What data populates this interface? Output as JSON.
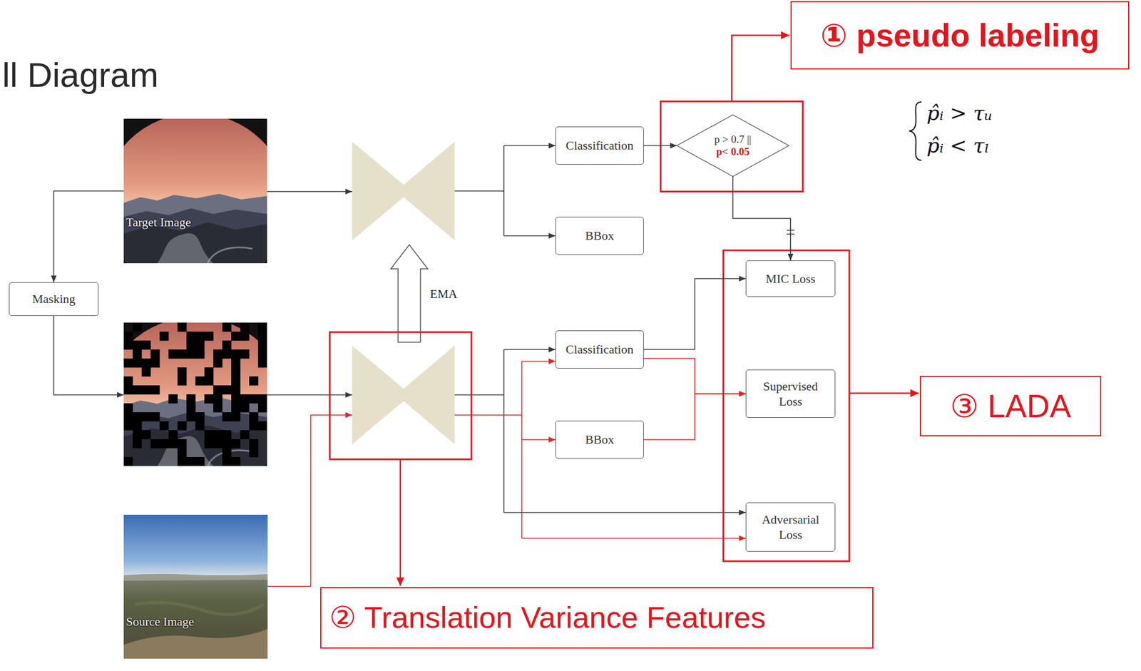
{
  "diagram": {
    "title": "ll Diagram",
    "nodes": [
      {
        "text": [
          "① pseudo labeling"
        ]
      },
      {
        "text": [
          "Target Image"
        ]
      },
      {
        "text": [
          "Classification"
        ]
      },
      {
        "text": [
          "p > 0.7 ||",
          "p< 0.05"
        ]
      },
      {
        "text": [
          "BBox"
        ]
      },
      {
        "text": [
          "Masking"
        ]
      },
      {
        "text": [
          "MIC Loss"
        ]
      },
      {
        "text": [
          "Classification"
        ]
      },
      {
        "text": [
          "Supervised Loss"
        ]
      },
      {
        "text": [
          "③ LADA"
        ]
      },
      {
        "text": [
          "BBox"
        ]
      },
      {
        "text": [
          "Adversarial Loss"
        ]
      },
      {
        "text": [
          "Source Image"
        ]
      },
      {
        "text": [
          "② Translation Variance Features"
        ]
      }
    ],
    "edges": [
      {
        "from": 1,
        "to": 5,
        "arrow": "to"
      },
      {
        "from": 2,
        "to": 3,
        "arrow": "to"
      },
      {
        "from": 3,
        "to": 6,
        "arrow": "to"
      },
      {
        "from": 7,
        "to": 6,
        "arrow": "to"
      },
      {
        "from": 7,
        "to": 8,
        "arrow": "to"
      },
      {
        "from": 10,
        "to": 8,
        "arrow": "to"
      }
    ],
    "labels": [
      "EMA",
      "p̂ᵢ > τᵤ",
      "p̂ᵢ < τₗ"
    ]
  }
}
